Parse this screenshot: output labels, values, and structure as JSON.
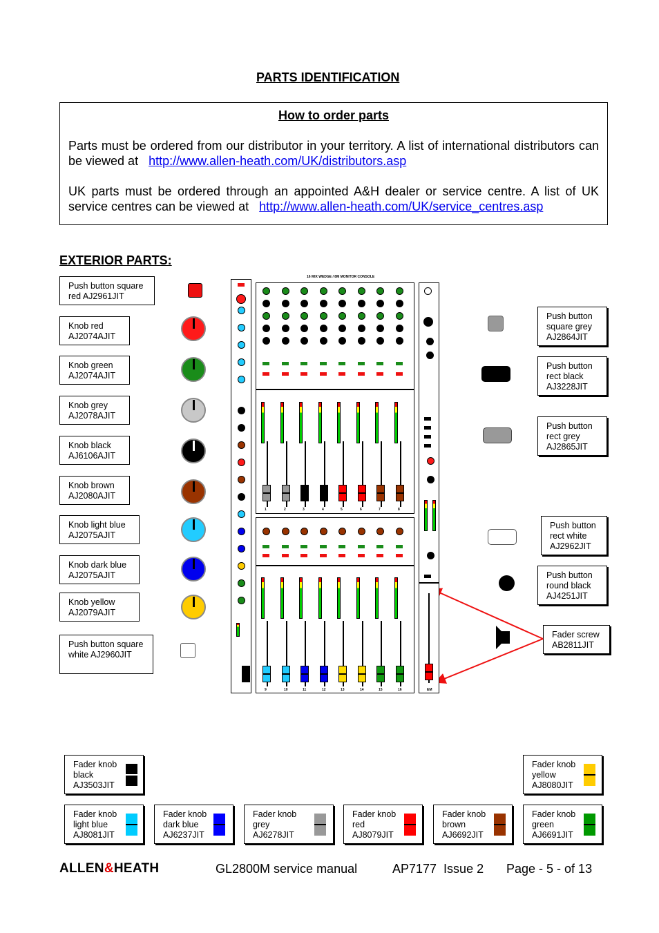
{
  "page_title": "PARTS IDENTIFICATION",
  "order_box": {
    "heading": "How to order parts",
    "para1_text": "Parts must be ordered from our distributor in your territory. A list of international distributors can be viewed at",
    "para1_link": "http://www.allen-heath.com/UK/distributors.asp",
    "para2_text": "UK parts must be ordered through an appointed A&H dealer or service centre. A list of UK service centres can be viewed at",
    "para2_link": "http://www.allen-heath.com/UK/service_centres.asp"
  },
  "exterior_heading": "EXTERIOR PARTS:",
  "left_parts": [
    {
      "label": "Push button square red AJ2961JIT",
      "color": "#ee1111"
    },
    {
      "label": "Knob red AJ2074AJIT",
      "color": "#ff1a1a"
    },
    {
      "label": "Knob green AJ2074AJIT",
      "color": "#1a8c1a"
    },
    {
      "label": "Knob grey AJ2078AJIT",
      "color": "#c8c8c8"
    },
    {
      "label": "Knob black AJ6106AJIT",
      "color": "#000000"
    },
    {
      "label": "Knob brown AJ2080AJIT",
      "color": "#993300"
    },
    {
      "label": "Knob light blue AJ2075AJIT",
      "color": "#22ccff"
    },
    {
      "label": "Knob dark blue AJ2075AJIT",
      "color": "#0000ee"
    },
    {
      "label": "Knob yellow AJ2079AJIT",
      "color": "#ffcc00"
    },
    {
      "label": "Push button square white AJ2960JIT",
      "color": "#ffffff"
    }
  ],
  "right_parts": [
    {
      "label": "Push button square grey AJ2864JIT",
      "color": "#999999"
    },
    {
      "label": "Push button rect black AJ3228JIT",
      "color": "#000000"
    },
    {
      "label": "Push button rect grey AJ2865JIT",
      "color": "#999999"
    },
    {
      "label": "Push button rect white AJ2962JIT",
      "color": "#ffffff"
    },
    {
      "label": "Push button round black AJ4251JIT",
      "color": "#000000"
    },
    {
      "label": "Fader screw AB2811JIT",
      "color": "#000000"
    }
  ],
  "mixer": {
    "title": "16 MIX WEDGE / 8M MONITOR CONSOLE",
    "channel_numbers_top": [
      "1",
      "2",
      "3",
      "4",
      "5",
      "6",
      "7",
      "8"
    ],
    "channel_numbers_bottom": [
      "9",
      "10",
      "11",
      "12",
      "13",
      "14",
      "15",
      "16"
    ],
    "top_fader_colors": [
      "#999999",
      "#999999",
      "#000000",
      "#000000",
      "#ff0000",
      "#ff0000",
      "#993300",
      "#993300"
    ],
    "bottom_fader_colors": [
      "#22ccff",
      "#22ccff",
      "#0000ee",
      "#0000ee",
      "#ffdd00",
      "#ffdd00",
      "#119911",
      "#119911"
    ],
    "master_label": "EM",
    "arrow_color": "#ee1111"
  },
  "fader_knobs": [
    {
      "label": "Fader knob black AJ3503JIT",
      "color": "#000000"
    },
    {
      "label": "Fader knob yellow AJ8080JIT",
      "color": "#ffcc00"
    },
    {
      "label": "Fader knob light blue AJ8081JIT",
      "color": "#00ccff"
    },
    {
      "label": "Fader knob dark blue AJ6237JIT",
      "color": "#0000ff"
    },
    {
      "label": "Fader knob grey AJ6278JIT",
      "color": "#999999"
    },
    {
      "label": "Fader knob red AJ8079JIT",
      "color": "#ff0000"
    },
    {
      "label": "Fader knob brown AJ6692JIT",
      "color": "#993300"
    },
    {
      "label": "Fader knob green AJ6691JIT",
      "color": "#009900"
    }
  ],
  "footer": {
    "brand_left": "ALLEN",
    "brand_amp": "&",
    "brand_right": "HEATH",
    "manual": "GL2800M service manual",
    "doc": "AP7177  Issue 2",
    "page": "Page - 5 - of 13"
  }
}
